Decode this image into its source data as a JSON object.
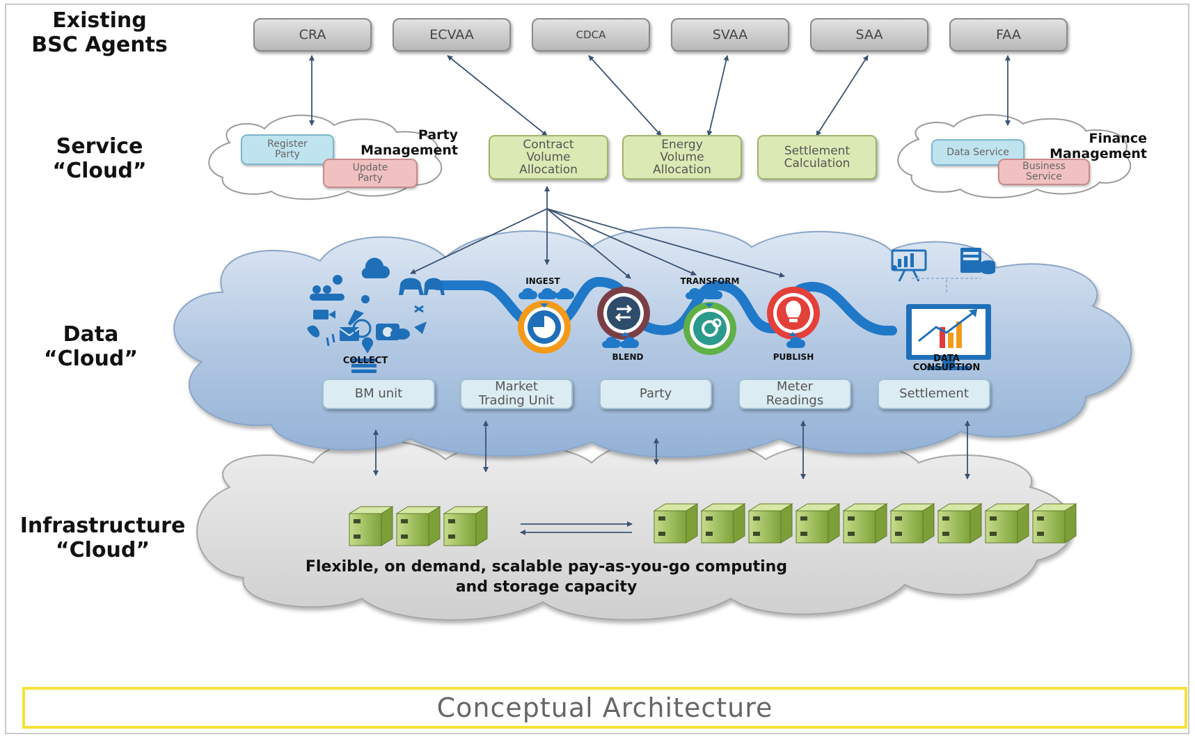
{
  "row_labels": {
    "agents": "Existing\nBSC Agents",
    "service": "Service\n“Cloud”",
    "data": "Data\n“Cloud”",
    "infrastructure": "Infrastructure\n“Cloud”"
  },
  "agents": [
    "CRA",
    "ECVAA",
    "CDCA",
    "SVAA",
    "SAA",
    "FAA"
  ],
  "service_cloud": {
    "party_management": {
      "title": "Party\nManagement",
      "items": [
        "Register\nParty",
        "Update\nParty"
      ]
    },
    "services": [
      "Contract\nVolume\nAllocation",
      "Energy\nVolume\nAllocation",
      "Settlement\nCalculation"
    ],
    "finance_management": {
      "title": "Finance\nManagement",
      "items": [
        "Data Service",
        "Business\nService"
      ]
    }
  },
  "data_cloud": {
    "stages": {
      "collect": "COLLECT",
      "ingest": "INGEST",
      "blend": "BLEND",
      "transform": "TRANSFORM",
      "publish": "PUBLISH",
      "consumption": "DATA\nCONSUPTION"
    },
    "entities": [
      "BM unit",
      "Market\nTrading Unit",
      "Party",
      "Meter\nReadings",
      "Settlement"
    ]
  },
  "infrastructure": {
    "description": "Flexible, on demand, scalable pay-as-you-go computing and storage capacity"
  },
  "footer": "Conceptual  Architecture",
  "colors": {
    "agent_fill": "#c9c9c9",
    "service_fill": "#dbe9b4",
    "data_cloud_fill": "#a9c3e0",
    "infra_cloud_fill": "#d4d4d4",
    "pipeline_blue": "#1f78c8",
    "server_green": "#9fc54a",
    "footer_border": "#f6e23a"
  }
}
